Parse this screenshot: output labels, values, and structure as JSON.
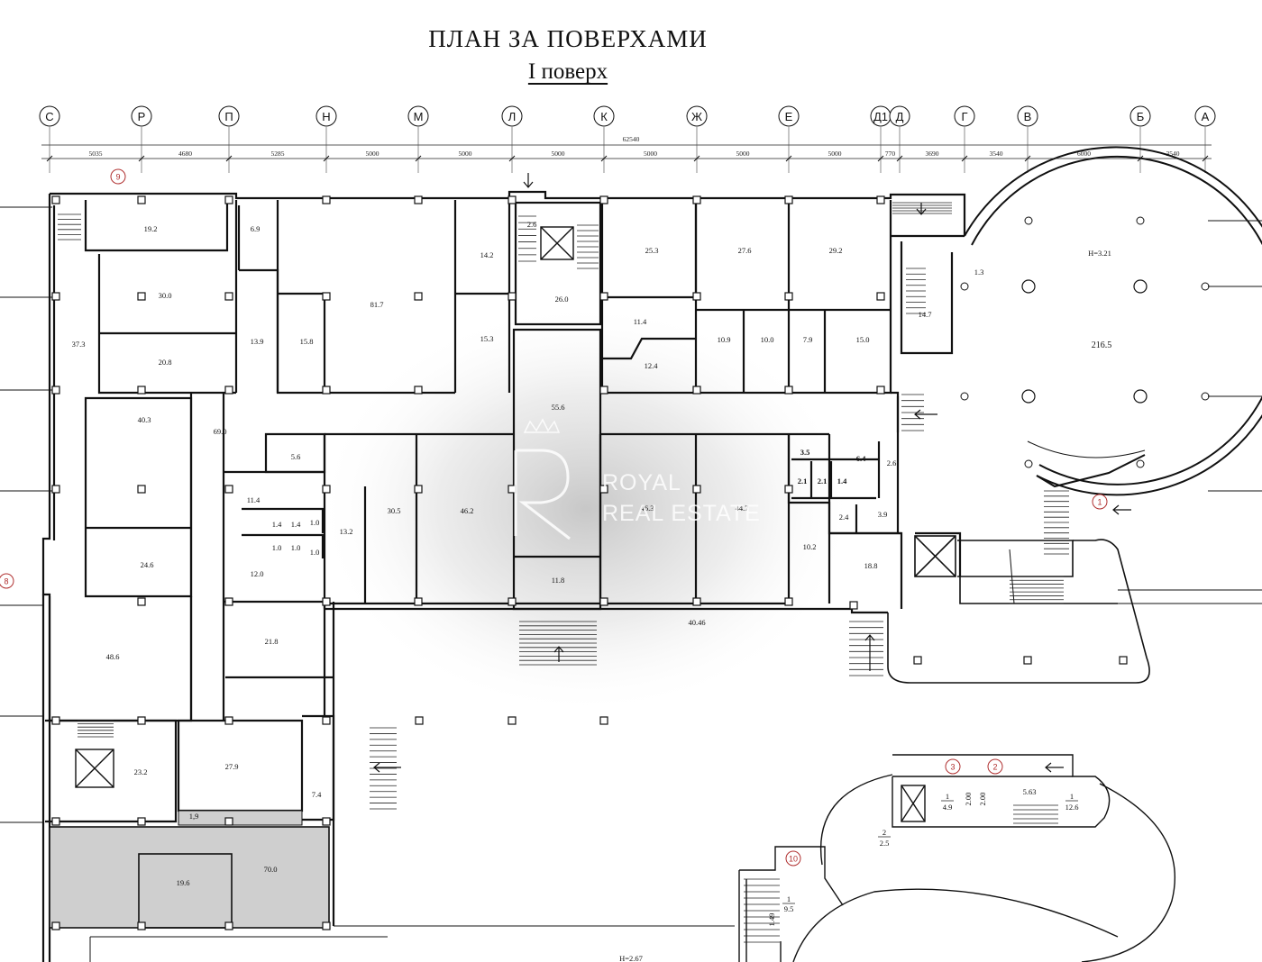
{
  "document": {
    "title": "ПЛАН ЗА ПОВЕРХАМИ",
    "subtitle": "I поверх"
  },
  "watermark": {
    "line1": "ROYAL",
    "line2": "REAL ESTATE",
    "logo_letter": "R"
  },
  "axes": [
    "С",
    "Р",
    "П",
    "Н",
    "М",
    "Л",
    "К",
    "Ж",
    "Е",
    "Д1",
    "Д",
    "Г",
    "В",
    "Б",
    "А"
  ],
  "dimensions": {
    "total": "62540",
    "spans": [
      "5035",
      "4680",
      "5285",
      "5000",
      "5000",
      "5000",
      "5000",
      "5000",
      "5000",
      "770",
      "3690",
      "3540",
      "6000",
      "3540"
    ]
  },
  "markers": [
    "9",
    "8",
    "1",
    "3",
    "2",
    "10"
  ],
  "rooms": {
    "r19_2": "19.2",
    "r6_9": "6.9",
    "r30_0": "30.0",
    "r20_8": "20.8",
    "r37_3": "37.3",
    "r13_9": "13.9",
    "r15_8": "15.8",
    "r81_7": "81.7",
    "r14_2": "14.2",
    "r2_6a": "2.6",
    "r26_0": "26.0",
    "r15_3": "15.3",
    "r25_3": "25.3",
    "r27_6": "27.6",
    "r29_2": "29.2",
    "r11_4a": "11.4",
    "r12_4": "12.4",
    "r10_9": "10.9",
    "r10_0": "10.0",
    "r7_9": "7.9",
    "r15_0": "15.0",
    "r1_3": "1.3",
    "r14_7": "14.7",
    "r216_5": "216.5",
    "h_rotunda": "H=3.21",
    "r55_6": "55.6",
    "r69_0": "69.0",
    "r40_3": "40.3",
    "r5_6": "5.6",
    "r3_5": "3.5",
    "r6_4": "6.4",
    "r2_6b": "2.6",
    "r2_1a": "2.1",
    "r2_1b": "2.1",
    "r1_4a": "1.4",
    "r11_4b": "11.4",
    "r1_4b": "1.4",
    "r1_4c": "1.4",
    "r1_0a": "1.0",
    "r13_2": "13.2",
    "r30_5": "30.5",
    "r46_2": "46.2",
    "r46_3": "46.3",
    "r44_7": "44.7",
    "r2_4": "2.4",
    "r3_9": "3.9",
    "r1_0b": "1.0",
    "r1_0c": "1.0",
    "r1_0d": "1.0",
    "r24_6": "24.6",
    "r12_0": "12.0",
    "r10_2": "10.2",
    "r18_8": "18.8",
    "r11_8": "11.8",
    "r40_46": "40.46",
    "r48_6": "48.6",
    "r21_8": "21.8",
    "r23_2": "23.2",
    "r27_9": "27.9",
    "r7_4": "7.4",
    "r1_9": "1,9",
    "r70_0": "70.0",
    "r19_6": "19.6",
    "r5_63": "5.63",
    "r2_00a": "2.00",
    "r2_00b": "2.00",
    "f1_n": "1",
    "f1_d": "4.9",
    "f2_n": "1",
    "f2_d": "12.6",
    "f3_n": "2",
    "f3_d": "2.5",
    "f4_n": "1",
    "f4_d": "9.5",
    "r1_49": "1.49",
    "h_bottom": "H=2.67"
  }
}
